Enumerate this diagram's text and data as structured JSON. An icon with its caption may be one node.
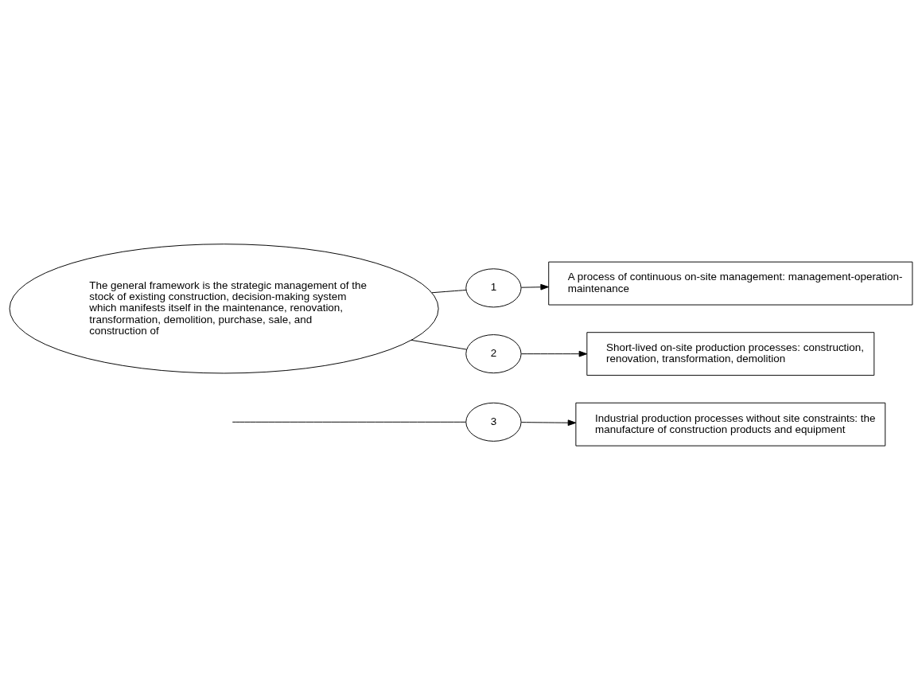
{
  "diagram": {
    "nodes": [
      {
        "text": [
          "The general framework is the strategic management of the stock of existing construction, decision-making system which manifests itself in the maintenance, renovation, transformation, demolition, purchase, sale, and construction of"
        ]
      },
      {
        "text": [
          "1"
        ]
      },
      {
        "text": [
          "A process of continuous on-site management: management-operation-maintenance"
        ]
      },
      {
        "text": [
          "2"
        ]
      },
      {
        "text": [
          "Short-lived on-site production processes: construction, renovation, transformation, demolition"
        ]
      },
      {
        "text": [
          "3"
        ]
      },
      {
        "text": [
          "Industrial production processes without site constraints: the manufacture of construction products and equipment"
        ]
      }
    ],
    "edges": [
      {
        "from": 0,
        "to": 1,
        "arrow": "none"
      },
      {
        "from": 0,
        "to": 3,
        "arrow": "none"
      },
      {
        "from": null,
        "to": 5,
        "arrow": "none"
      },
      {
        "from": 1,
        "to": 2,
        "arrow": "to"
      },
      {
        "from": 3,
        "to": 4,
        "arrow": "to"
      },
      {
        "from": 5,
        "to": 6,
        "arrow": "to"
      }
    ]
  }
}
